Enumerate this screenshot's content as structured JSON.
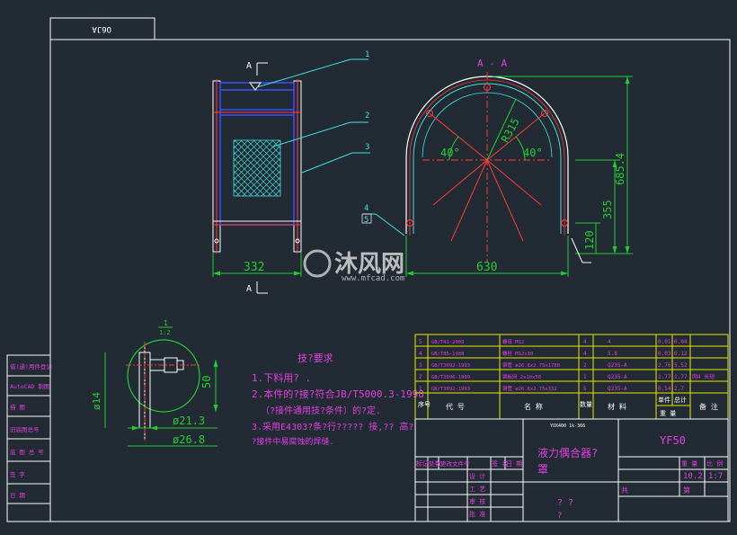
{
  "drawing": {
    "stamp_label": "O6JA",
    "section_label": "A - A",
    "cut_marks": [
      "A",
      "A"
    ],
    "part_numbers": [
      "1",
      "2",
      "3",
      "4",
      "5"
    ],
    "side_stamps": [
      "借(通)用件登记",
      "AutoCAD 制图",
      "描 图",
      "旧底图总号",
      "底 图 总 号",
      "签 字",
      "日 期"
    ]
  },
  "dimensions": {
    "width_front": "332",
    "width_section": "630",
    "radius": "R315",
    "angle_left": "40°",
    "angle_right": "40°",
    "height_total": "685.4",
    "height_lower": "355",
    "height_bottom": "120",
    "detail_scale_num": "1",
    "detail_scale_den": "1:2",
    "detail_height": "50",
    "detail_small_dia": "ø14",
    "detail_dia_inner": "ø21.3",
    "detail_dia_outer": "ø26.8"
  },
  "notes": {
    "title": "技?要求",
    "lines": [
      "1.下料用?      .",
      "2.本件的?接?符合JB/T5000.3-1998",
      "（?接件通用技?条件）的?定.",
      "3.采用E4303?条?行?????      接,??  高?",
      "   ?接件中易腐蚀的焊缝."
    ]
  },
  "bom": {
    "rows": [
      {
        "no": "5",
        "code": "GB/T41-2000",
        "name": "螺母 M12",
        "qty": "4",
        "material": "4",
        "w1": "0.01",
        "w2": "0.04",
        "note": ""
      },
      {
        "no": "4",
        "code": "GB/T85-1988",
        "name": "螺栓 M12x30",
        "qty": "4",
        "material": "5.8",
        "w1": "0.03",
        "w2": "0.12",
        "note": ""
      },
      {
        "no": "3",
        "code": "GB/T3092-1993",
        "name": "钢管 ø26.8x2.75x1780",
        "qty": "2",
        "material": "Q235-A",
        "w1": "2.76",
        "w2": "5.52",
        "note": ""
      },
      {
        "no": "2",
        "code": "GB/T3096-1999",
        "name": "钢板网 2x10x50",
        "qty": "1",
        "material": "Q235-A",
        "w1": "1.77",
        "w2": "1.77",
        "note": "网4 长短"
      },
      {
        "no": "1",
        "code": "GB/T3092-1993",
        "name": "钢管 ø26.8x2.75x332",
        "qty": "5",
        "material": "Q235-A",
        "w1": "0.54",
        "w2": "2.7",
        "note": ""
      }
    ],
    "header": {
      "no": "序号",
      "code": "代   号",
      "name": "名   称",
      "qty": "数量",
      "material": "材   料",
      "weight_single": "单件",
      "weight_total": "总计",
      "weight_label": "重 量",
      "note": "备 注"
    }
  },
  "title_block": {
    "spec": "YOX400  1k-366",
    "name_line1": "液力偶合器?",
    "name_line2": "罩",
    "drawing_code": "YF50",
    "mass": "10.2",
    "scale": "1:7",
    "sheet_label": "共",
    "sheet_of": "第",
    "company": "? ?",
    "company2": "?",
    "label_mass": "重 量",
    "label_scale": "比 例",
    "left_labels": [
      "标记",
      "处数",
      "更改文件号",
      "签 名",
      "日 期"
    ],
    "role_labels": [
      "设 计",
      "工 艺",
      "审 核",
      "批 准"
    ]
  },
  "watermark": {
    "brand": "沐风网",
    "url": "www.mfcad.com"
  }
}
